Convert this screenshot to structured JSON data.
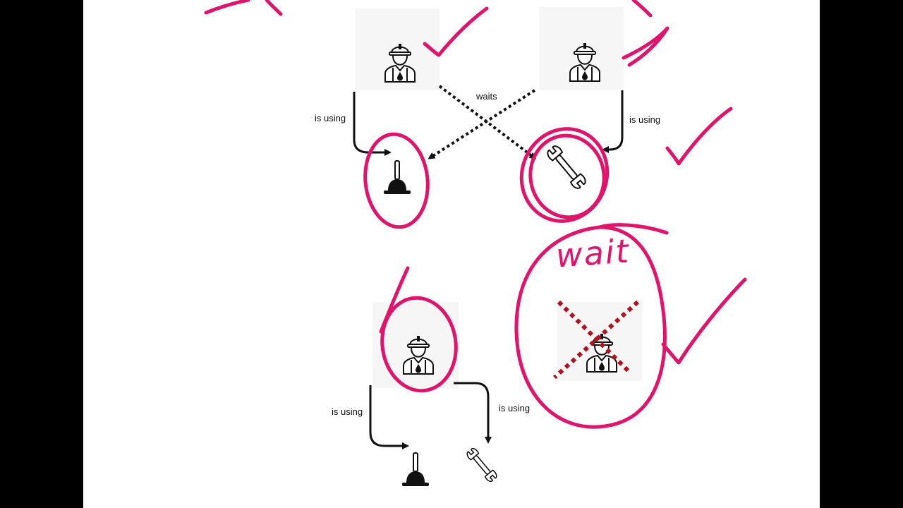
{
  "diagram": {
    "labels": {
      "waits": "waits",
      "is_using_1": "is using",
      "is_using_2": "is using",
      "is_using_3": "is using",
      "is_using_4": "is using"
    },
    "annotation": {
      "handwritten": "wait"
    },
    "colors": {
      "ink": "#e0146a",
      "cross": "#b51020",
      "line": "#111111",
      "tile": "#f6f6f6"
    },
    "icons": {
      "worker": "worker-icon",
      "plunger": "plunger-icon",
      "wrench": "wrench-icon"
    }
  }
}
